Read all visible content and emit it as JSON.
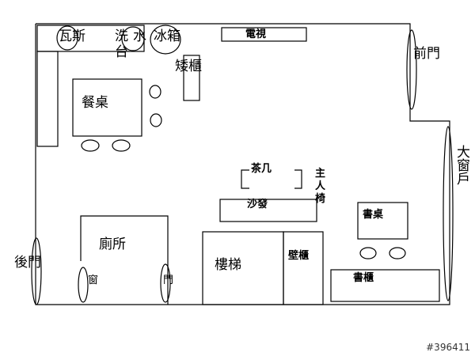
{
  "labels": {
    "gas_stove": "瓦斯",
    "sink_a": "洗",
    "sink_b": "台",
    "water": "水",
    "fridge": "冰箱",
    "low_cabinet": "矮櫃",
    "tv": "電視",
    "front_door": "前門",
    "dining_table": "餐桌",
    "big_window": "大窗戶",
    "tea_table": "茶几",
    "master_chair": "主人椅",
    "sofa": "沙發",
    "desk": "書桌",
    "toilet": "廁所",
    "back_door": "後門",
    "window_small": "窗",
    "door_small": "門",
    "stairs": "樓梯",
    "wall_cabinet": "壁櫃",
    "bookcase": "書櫃"
  },
  "watermark": "#396411"
}
